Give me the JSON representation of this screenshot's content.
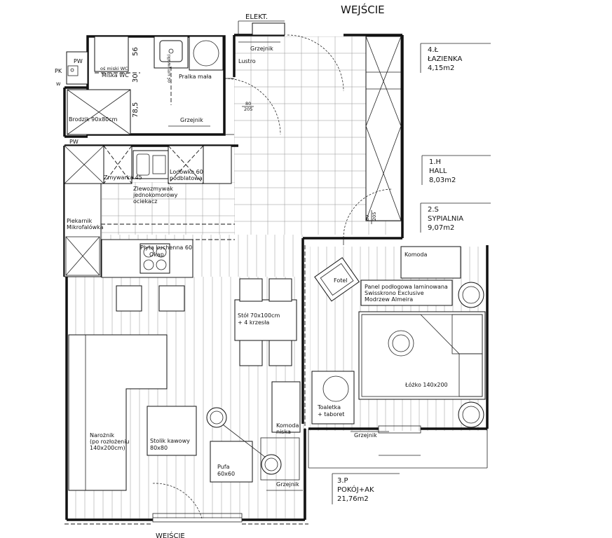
{
  "entrances": {
    "top": "WEJŚCIE",
    "bottom": "WEJŚCIE",
    "elekt": "ELEKT."
  },
  "rooms": {
    "lazienka": {
      "code": "4.Ł",
      "name": "ŁAZIENKA",
      "area": "4,15m2"
    },
    "hall": {
      "code": "1.H",
      "name": "HALL",
      "area": "8,03m2"
    },
    "sypialnia": {
      "code": "2.S",
      "name": "SYPIALNIA",
      "area": "9,07m2"
    },
    "pokoj": {
      "code": "3.P",
      "name": "POKÓJ+AK",
      "area": "21,76m2"
    }
  },
  "bathroom": {
    "pk": "PK",
    "pw1": "PW",
    "w": "W",
    "pw2": "PW",
    "miska_axis": "oś miski WC",
    "miska": "Miska WC",
    "pralka": "Pralka mała",
    "pralka_axis": "oś umywalki",
    "dim_56": "56",
    "dim_30": "30",
    "dim_785": "78,5",
    "brodzik": "Brodzik 90x80cm",
    "grzejnik": "Grzejnik"
  },
  "hall": {
    "grzejnik": "Grzejnik",
    "lustro": "Lustro",
    "door1_w": "80",
    "door1_h": "205",
    "door2_w": "80",
    "door2_h": "205"
  },
  "kitchen": {
    "zmywarka": "Zmywarka 45",
    "lodowka": "Lodówka 60\npodblatowa",
    "zlew": "Zlewozmywak\njednokomorowy\nociekacz",
    "piekarnik": "Piekarnik\nMikrofalówka",
    "plyta": "Płyta kuchenna 60",
    "okap": "Okap"
  },
  "living": {
    "stol": "Stół 70x100cm\n+ 4 krzesła",
    "naroznik": "Narożnik\n(po rozłożeniu\n140x200cm)",
    "stolik": "Stolik kawowy\n80x80",
    "pufa": "Pufa\n60x60",
    "komoda": "Komoda\nniska",
    "grzejnik": "Grzejnik"
  },
  "bedroom": {
    "komoda": "Komoda",
    "fotel": "Fotel",
    "panel": "Panel podłogowa laminowana\nSwisskrono Exclusive\nModrzew Almeira",
    "lozko": "Łóżko 140x200",
    "toaletka": "Toaletka\n+ taboret",
    "grzejnik": "Grzejnik"
  }
}
